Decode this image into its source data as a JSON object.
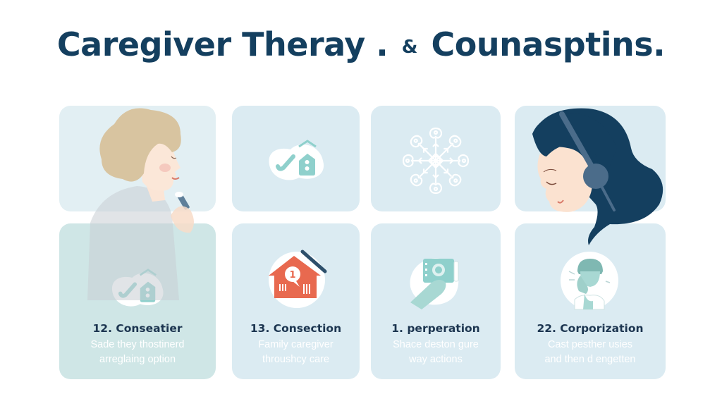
{
  "header": {
    "title_part1": "Caregiver Theray .",
    "title_amp": "&",
    "title_part2": "Counasptins."
  },
  "colors": {
    "title": "#143f5f",
    "card_bg": "#dbebf2",
    "card_teal": "#cfe6e6",
    "icon_teal": "#8fd0cc",
    "house_orange": "#e8694f",
    "hair_navy": "#143f5f"
  },
  "cards_top": [
    {
      "illustration": "elderly-woman-with-inhaler"
    },
    {
      "illustration": "check-home-icon"
    },
    {
      "illustration": "ornamental-snowflake"
    },
    {
      "illustration": "woman-with-headset"
    }
  ],
  "cards": [
    {
      "heading": "12. Conseatier",
      "desc_line1": "Sade they thostinerd",
      "desc_line2": "arreglaing option",
      "icon": "check-home-icon"
    },
    {
      "heading": "13. Consection",
      "desc_line1": "Family caregiver",
      "desc_line2": "throushcy care",
      "icon": "house-alert-icon"
    },
    {
      "heading": "1. perperation",
      "desc_line1": "Shace deston gure",
      "desc_line2": "way actions",
      "icon": "hand-holding-device-icon"
    },
    {
      "heading": "22. Corporization",
      "desc_line1": "Cast pesther usies",
      "desc_line2": "and then d engetten",
      "icon": "stressed-person-icon"
    }
  ]
}
